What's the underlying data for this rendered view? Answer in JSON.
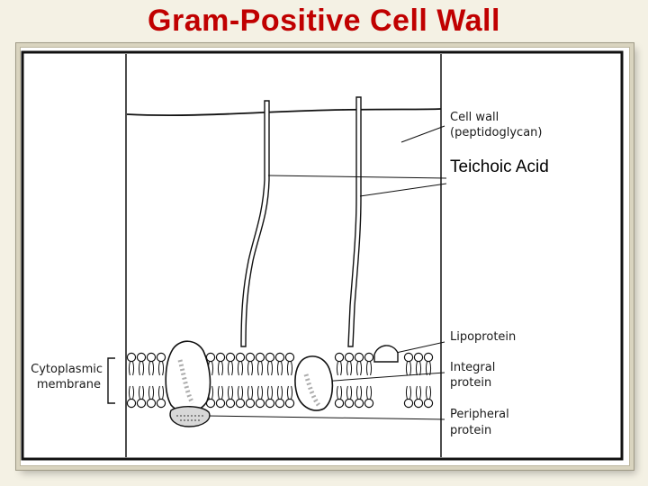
{
  "title": "Gram-Positive Cell Wall",
  "labels": {
    "cell_wall": "Cell wall",
    "cell_wall_sub": "(peptidoglycan)",
    "teichoic_acid": "Teichoic Acid",
    "lipoprotein": "Lipoprotein",
    "integral_1": "Integral",
    "integral_2": "protein",
    "peripheral_1": "Peripheral",
    "peripheral_2": "protein",
    "cytoplasmic_1": "Cytoplasmic",
    "cytoplasmic_2": "membrane"
  },
  "colors": {
    "title": "#c00000",
    "ink": "#1a1a1a",
    "slide_bg": "#f4f1e4"
  }
}
